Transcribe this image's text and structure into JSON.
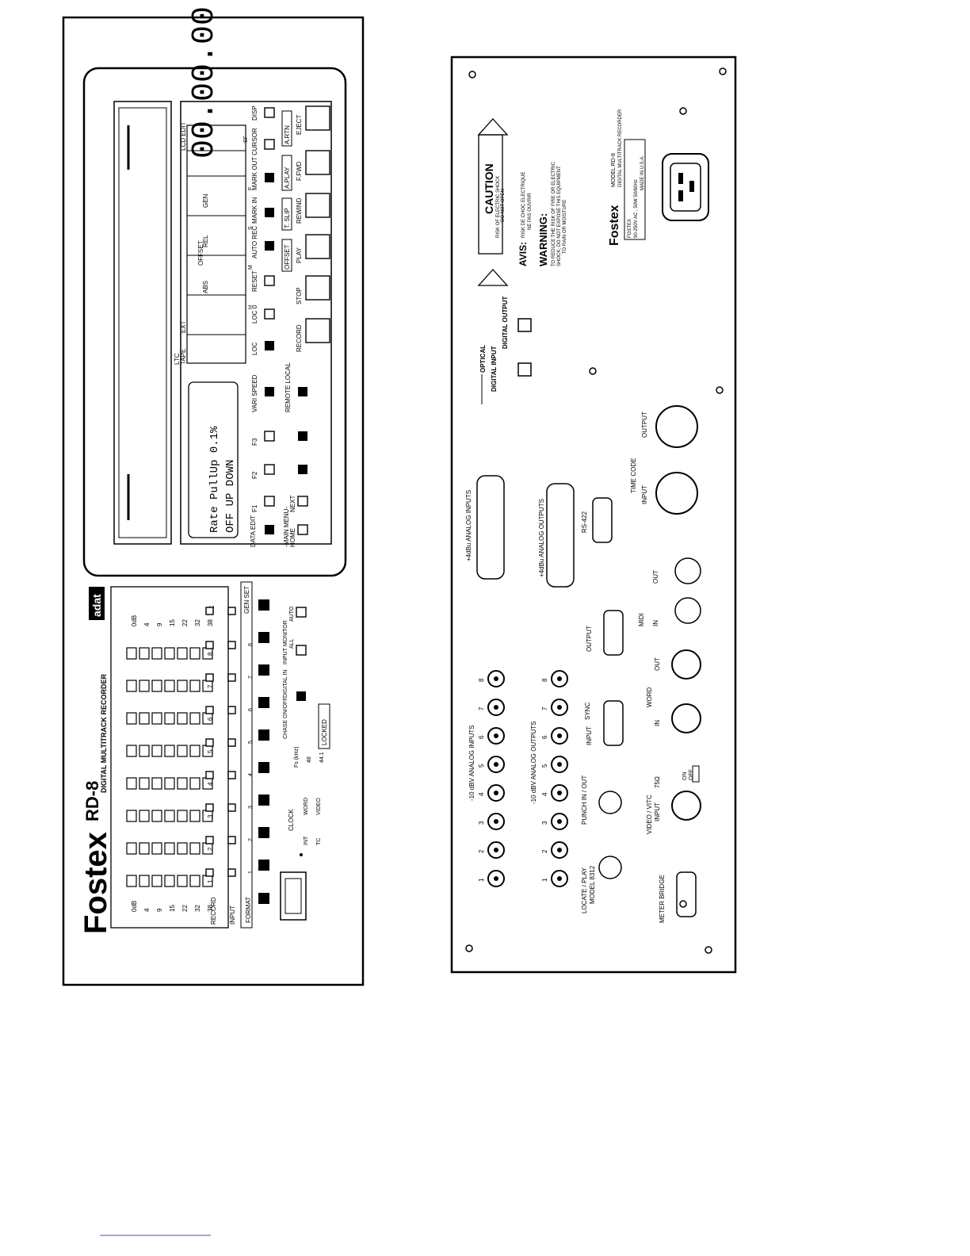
{
  "front": {
    "brand": "Fostex",
    "model": "RD-8",
    "subtitle": "DIGITAL MULTITRACK RECORDER",
    "adat_logo": "adat",
    "meter_scale": [
      "0dB",
      "4",
      "9",
      "15",
      "22",
      "32",
      "38"
    ],
    "meter_scale_right": [
      "0dB",
      "4",
      "9",
      "15",
      "22",
      "32",
      "38"
    ],
    "track_numbers": [
      "1",
      "2",
      "3",
      "4",
      "5",
      "6",
      "7",
      "8"
    ],
    "row_labels": {
      "record": "RECORD",
      "input": "INPUT",
      "tc": "TC"
    },
    "buttons": {
      "format": "FORMAT",
      "gen_set": "GEN SET",
      "chase": "CHASE ON/OFF",
      "digital_in": "DIGITAL IN",
      "input_monitor": "INPUT MONITOR",
      "all": "ALL",
      "auto": "AUTO",
      "locked": "LOCKED",
      "clock": "CLOCK",
      "int": "INT",
      "word": "WORD",
      "tc": "TC",
      "video": "VIDEO",
      "fs": "Fs (kHz)",
      "fs48": "48",
      "fs441": "44.1",
      "data_edit": "DATA EDIT",
      "main_menu": "-MAIN MENU-",
      "home": "HOME",
      "next": "NEXT",
      "f1": "F1",
      "f2": "F2",
      "f3": "F3",
      "vari_speed": "VARI SPEED",
      "remote_local": "REMOTE LOCAL",
      "loc": "LOC",
      "loc0": "LOC 0",
      "reset": "RESET",
      "auto_rec": "AUTO REC",
      "mark_in": "MARK IN",
      "mark_out": "MARK OUT",
      "cursor": "CURSOR",
      "disp": "DISP",
      "record": "RECORD",
      "stop": "STOP",
      "play": "PLAY",
      "rewind": "REWIND",
      "ffwd": "F.FWD",
      "eject": "EJECT",
      "offset": "OFFSET",
      "t_slip": "T. SLIP",
      "a_play": "A.PLAY",
      "a_rtn": "A.RTN"
    },
    "lcd": {
      "line1": "Rate    PullUp  0.1%",
      "line2": "OFF     UP      DOWN"
    },
    "counter": {
      "digits": "00.00.00.00",
      "labels": {
        "ltc": "LTC",
        "tape": "TAPE",
        "ext": "EXT",
        "abs": "ABS",
        "offset": "OFFSET",
        "rel": "REL",
        "gen": "GEN",
        "lcd_edit": "LCD EDIT",
        "h": "H",
        "m": "M",
        "s": "S",
        "f": "F",
        "sf": "SF"
      }
    }
  },
  "rear": {
    "caution_title": "CAUTION",
    "caution_text1": "RISK OF ELECTRIC SHOCK",
    "caution_text2": "DO NOT OPEN",
    "avis": "AVIS:",
    "avis_text1": "RISK DE CHOC ELECTRIQUE",
    "avis_text2": "NE PAS OUVRIR",
    "warning": "WARNING:",
    "warning_text1": "TO REDUCE THE RISK OF FIRE OR ELECTRIC",
    "warning_text2": "SHOCK, DO NOT EXPOSE THIS EQUIPMENT",
    "warning_text3": "TO RAIN OR MOISTURE",
    "brand": "Fostex",
    "model_label": "MODEL RD-8",
    "model_desc": "DIGITAL MULTITRACK RECORDER",
    "spec1": "90-250V AC , 50W 50/60Hz",
    "spec2": "FOSTEX",
    "spec3": "MADE IN U.S.A.",
    "optical": "OPTICAL",
    "digital_input": "DIGITAL INPUT",
    "digital_output": "DIGITAL OUTPUT",
    "time_code": "TIME CODE",
    "tc_input": "INPUT",
    "tc_output": "OUTPUT",
    "plus4_in": "+4dBu ANALOG INPUTS",
    "plus4_out": "+4dBu ANALOG OUTPUTS",
    "rs422": "RS-422",
    "midi": "MIDI",
    "midi_in": "IN",
    "midi_out": "OUT",
    "minus10_in": "-10 dBV ANALOG INPUTS",
    "minus10_out": "-10 dBV ANALOG OUTPUTS",
    "channels": [
      "1",
      "2",
      "3",
      "4",
      "5",
      "6",
      "7",
      "8"
    ],
    "sync": "SYNC",
    "sync_input": "INPUT",
    "sync_output": "OUTPUT",
    "word": "WORD",
    "word_in": "IN",
    "word_out": "OUT",
    "video_vitc": "VIDEO / VITC",
    "video_input": "INPUT",
    "ohm": "75Ω",
    "on": "ON",
    "off": "OFF",
    "punch": "PUNCH IN / OUT",
    "locate": "LOCATE / PLAY",
    "locate_model": "MODEL 8312",
    "meter_bridge": "METER BRIDGE"
  }
}
